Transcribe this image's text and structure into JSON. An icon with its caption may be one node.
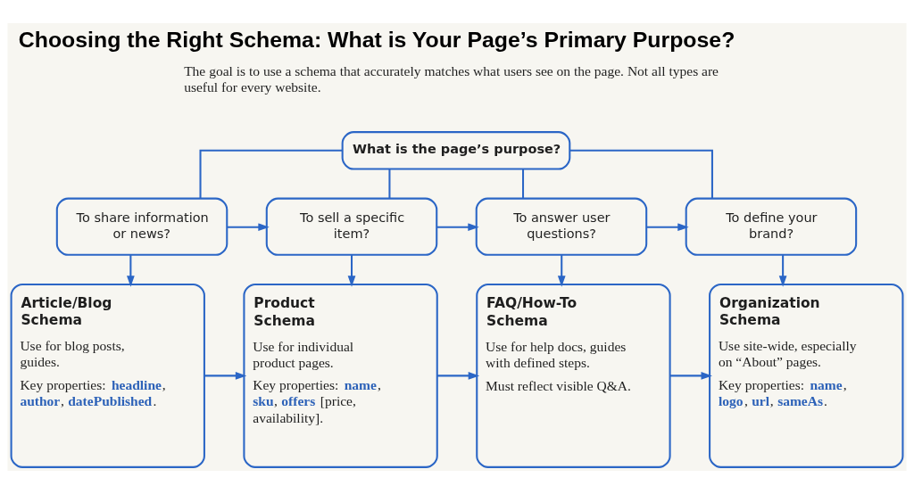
{
  "diagram": {
    "title": "Choosing the Right Schema: What is Your Page’s Primary Purpose?",
    "nodes": [
      {
        "text": [
          "What is the page’s purpose?"
        ]
      },
      {
        "text": [
          "To share information or news?"
        ]
      },
      {
        "text": [
          "To sell a specific item?"
        ]
      },
      {
        "text": [
          "To answer user questions?"
        ]
      },
      {
        "text": [
          "To define your brand?"
        ]
      },
      {
        "text": [
          "Article/Blog Schema",
          "Use for blog posts, guides.",
          "Key properties: **headline**, **author**, **datePublished**."
        ]
      },
      {
        "text": [
          "Product Schema",
          "Use for individual product pages.",
          "Key properties: **name**, **sku**, **offers** [price, availability]."
        ]
      },
      {
        "text": [
          "FAQ/How-To Schema",
          "Use for help docs, guides with defined steps.",
          "Must reflect visible Q&A."
        ]
      },
      {
        "text": [
          "Organization Schema",
          "Use site-wide, especially on “About” pages.",
          "Key properties: **name**, **logo**, **url**, **sameAs**."
        ]
      }
    ],
    "edges": [
      {
        "from": 0,
        "to": 1,
        "arrow": "none"
      },
      {
        "from": 0,
        "to": 2,
        "arrow": "none"
      },
      {
        "from": 0,
        "to": 3,
        "arrow": "none"
      },
      {
        "from": 0,
        "to": 4,
        "arrow": "none"
      },
      {
        "from": 1,
        "to": 2,
        "arrow": "to"
      },
      {
        "from": 2,
        "to": 3,
        "arrow": "to"
      },
      {
        "from": 3,
        "to": 4,
        "arrow": "to"
      },
      {
        "from": 1,
        "to": 5,
        "arrow": "to"
      },
      {
        "from": 2,
        "to": 6,
        "arrow": "to"
      },
      {
        "from": 3,
        "to": 7,
        "arrow": "to"
      },
      {
        "from": 4,
        "to": 8,
        "arrow": "to"
      },
      {
        "from": 5,
        "to": 6,
        "arrow": "to"
      },
      {
        "from": 6,
        "to": 7,
        "arrow": "to"
      },
      {
        "from": 7,
        "to": 8,
        "arrow": "to"
      }
    ],
    "labels": [
      "The goal is to use a schema that accurately matches what users see on the page. Not all types are useful for every website."
    ]
  }
}
